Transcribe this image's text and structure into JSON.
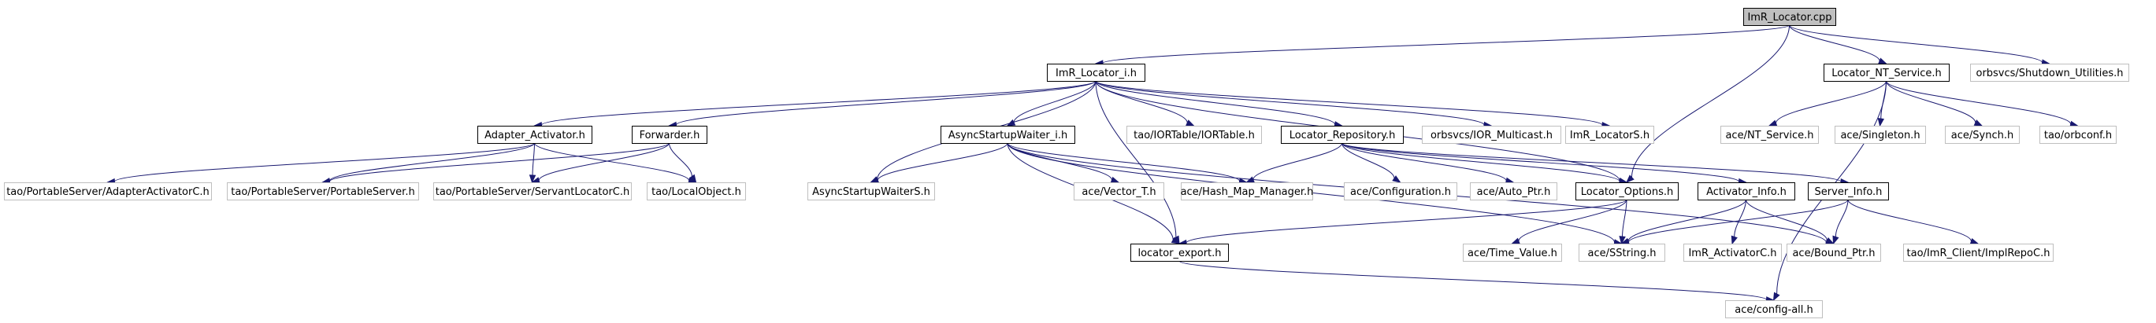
{
  "colors": {
    "edge": "#191970",
    "root_fill": "#bfbfbf",
    "root_border": "#000000",
    "local_border": "#000000",
    "external_border": "#bfbfbf",
    "node_fill": "#ffffff"
  },
  "nodes": [
    {
      "id": "imr_locator_cpp",
      "label": "ImR_Locator.cpp",
      "kind": "root"
    },
    {
      "id": "imr_locator_i_h",
      "label": "ImR_Locator_i.h",
      "kind": "local"
    },
    {
      "id": "locator_nt_service_h",
      "label": "Locator_NT_Service.h",
      "kind": "local"
    },
    {
      "id": "shutdown_utilities_h",
      "label": "orbsvcs/Shutdown_Utilities.h",
      "kind": "external"
    },
    {
      "id": "adapter_activator_h",
      "label": "Adapter_Activator.h",
      "kind": "local"
    },
    {
      "id": "forwarder_h",
      "label": "Forwarder.h",
      "kind": "local"
    },
    {
      "id": "asyncstartupwaiter_i_h",
      "label": "AsyncStartupWaiter_i.h",
      "kind": "local"
    },
    {
      "id": "iortable_h",
      "label": "tao/IORTable/IORTable.h",
      "kind": "external"
    },
    {
      "id": "locator_repository_h",
      "label": "Locator_Repository.h",
      "kind": "local"
    },
    {
      "id": "ior_multicast_h",
      "label": "orbsvcs/IOR_Multicast.h",
      "kind": "external"
    },
    {
      "id": "imr_locators_h",
      "label": "ImR_LocatorS.h",
      "kind": "external"
    },
    {
      "id": "ace_nt_service_h",
      "label": "ace/NT_Service.h",
      "kind": "external"
    },
    {
      "id": "ace_singleton_h",
      "label": "ace/Singleton.h",
      "kind": "external"
    },
    {
      "id": "ace_synch_h",
      "label": "ace/Synch.h",
      "kind": "external"
    },
    {
      "id": "tao_orbconf_h",
      "label": "tao/orbconf.h",
      "kind": "external"
    },
    {
      "id": "adapteractivatorc_h",
      "label": "tao/PortableServer/AdapterActivatorC.h",
      "kind": "external"
    },
    {
      "id": "portableserver_h",
      "label": "tao/PortableServer/PortableServer.h",
      "kind": "external"
    },
    {
      "id": "servantlocatorc_h",
      "label": "tao/PortableServer/ServantLocatorC.h",
      "kind": "external"
    },
    {
      "id": "localobject_h",
      "label": "tao/LocalObject.h",
      "kind": "external"
    },
    {
      "id": "asyncstartupwaiters_h",
      "label": "AsyncStartupWaiterS.h",
      "kind": "external"
    },
    {
      "id": "vector_t_h",
      "label": "ace/Vector_T.h",
      "kind": "external"
    },
    {
      "id": "hash_map_manager_h",
      "label": "ace/Hash_Map_Manager.h",
      "kind": "external"
    },
    {
      "id": "configuration_h",
      "label": "ace/Configuration.h",
      "kind": "external"
    },
    {
      "id": "auto_ptr_h",
      "label": "ace/Auto_Ptr.h",
      "kind": "external"
    },
    {
      "id": "locator_options_h",
      "label": "Locator_Options.h",
      "kind": "local"
    },
    {
      "id": "activator_info_h",
      "label": "Activator_Info.h",
      "kind": "local"
    },
    {
      "id": "server_info_h",
      "label": "Server_Info.h",
      "kind": "local"
    },
    {
      "id": "locator_export_h",
      "label": "locator_export.h",
      "kind": "local"
    },
    {
      "id": "time_value_h",
      "label": "ace/Time_Value.h",
      "kind": "external"
    },
    {
      "id": "sstring_h",
      "label": "ace/SString.h",
      "kind": "external"
    },
    {
      "id": "imr_activatorc_h",
      "label": "ImR_ActivatorC.h",
      "kind": "external"
    },
    {
      "id": "bound_ptr_h",
      "label": "ace/Bound_Ptr.h",
      "kind": "external"
    },
    {
      "id": "implrepoc_h",
      "label": "tao/ImR_Client/ImplRepoC.h",
      "kind": "external"
    },
    {
      "id": "config_all_h",
      "label": "ace/config-all.h",
      "kind": "external"
    }
  ],
  "edges": [
    [
      "imr_locator_cpp",
      "imr_locator_i_h"
    ],
    [
      "imr_locator_cpp",
      "locator_nt_service_h"
    ],
    [
      "imr_locator_cpp",
      "shutdown_utilities_h"
    ],
    [
      "imr_locator_cpp",
      "locator_options_h"
    ],
    [
      "imr_locator_i_h",
      "adapter_activator_h"
    ],
    [
      "imr_locator_i_h",
      "forwarder_h"
    ],
    [
      "imr_locator_i_h",
      "asyncstartupwaiter_i_h"
    ],
    [
      "imr_locator_i_h",
      "iortable_h"
    ],
    [
      "imr_locator_i_h",
      "locator_repository_h"
    ],
    [
      "imr_locator_i_h",
      "ior_multicast_h"
    ],
    [
      "imr_locator_i_h",
      "imr_locators_h"
    ],
    [
      "imr_locator_i_h",
      "asyncstartupwaiters_h"
    ],
    [
      "imr_locator_i_h",
      "locator_export_h"
    ],
    [
      "imr_locator_i_h",
      "locator_options_h"
    ],
    [
      "locator_nt_service_h",
      "ace_nt_service_h"
    ],
    [
      "locator_nt_service_h",
      "ace_singleton_h"
    ],
    [
      "locator_nt_service_h",
      "ace_synch_h"
    ],
    [
      "locator_nt_service_h",
      "tao_orbconf_h"
    ],
    [
      "locator_nt_service_h",
      "config_all_h"
    ],
    [
      "adapter_activator_h",
      "adapteractivatorc_h"
    ],
    [
      "adapter_activator_h",
      "portableserver_h"
    ],
    [
      "adapter_activator_h",
      "servantlocatorc_h"
    ],
    [
      "adapter_activator_h",
      "localobject_h"
    ],
    [
      "forwarder_h",
      "portableserver_h"
    ],
    [
      "forwarder_h",
      "servantlocatorc_h"
    ],
    [
      "forwarder_h",
      "localobject_h"
    ],
    [
      "asyncstartupwaiter_i_h",
      "asyncstartupwaiters_h"
    ],
    [
      "asyncstartupwaiter_i_h",
      "vector_t_h"
    ],
    [
      "asyncstartupwaiter_i_h",
      "hash_map_manager_h"
    ],
    [
      "asyncstartupwaiter_i_h",
      "locator_export_h"
    ],
    [
      "asyncstartupwaiter_i_h",
      "sstring_h"
    ],
    [
      "asyncstartupwaiter_i_h",
      "bound_ptr_h"
    ],
    [
      "locator_repository_h",
      "hash_map_manager_h"
    ],
    [
      "locator_repository_h",
      "configuration_h"
    ],
    [
      "locator_repository_h",
      "auto_ptr_h"
    ],
    [
      "locator_repository_h",
      "locator_options_h"
    ],
    [
      "locator_repository_h",
      "activator_info_h"
    ],
    [
      "locator_repository_h",
      "server_info_h"
    ],
    [
      "locator_options_h",
      "locator_export_h"
    ],
    [
      "locator_options_h",
      "time_value_h"
    ],
    [
      "locator_options_h",
      "sstring_h"
    ],
    [
      "activator_info_h",
      "sstring_h"
    ],
    [
      "activator_info_h",
      "imr_activatorc_h"
    ],
    [
      "activator_info_h",
      "bound_ptr_h"
    ],
    [
      "server_info_h",
      "sstring_h"
    ],
    [
      "server_info_h",
      "bound_ptr_h"
    ],
    [
      "server_info_h",
      "implrepoc_h"
    ],
    [
      "locator_export_h",
      "config_all_h"
    ]
  ]
}
